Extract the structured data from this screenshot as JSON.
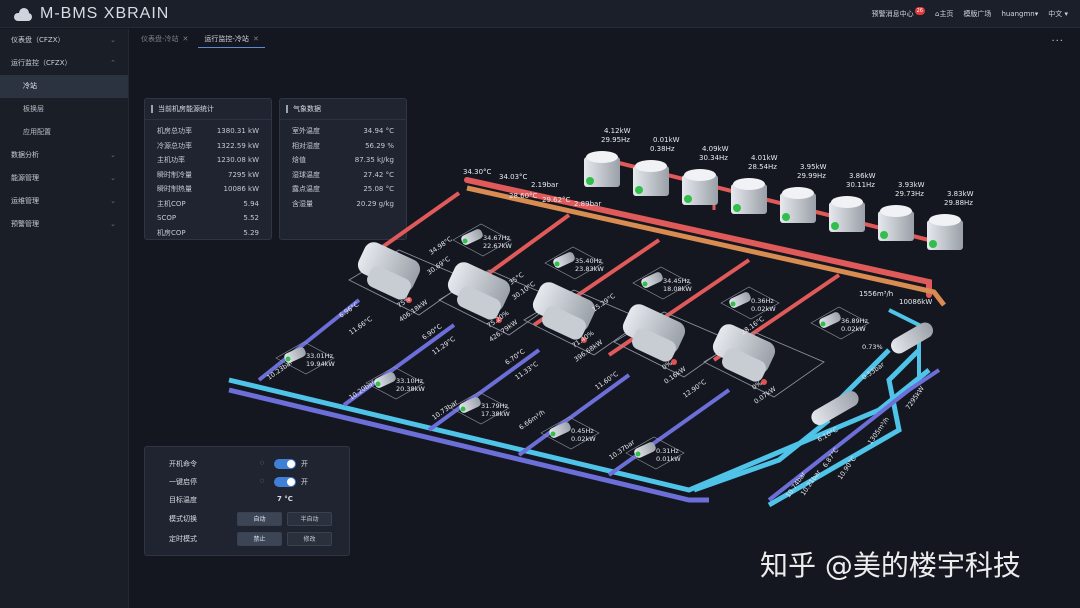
{
  "app": {
    "title": "M-BMS XBRAIN"
  },
  "topnav": {
    "alerts": "预警消息中心",
    "alert_count": "26",
    "home": "主页",
    "templates": "模版广场",
    "user": "huangmn▾",
    "lang": "中文 ▾"
  },
  "sidebar": {
    "items": [
      {
        "label": "仪表盘（CFZX）"
      },
      {
        "label": "运行监控（CFZX）"
      },
      {
        "label": "数据分析"
      },
      {
        "label": "能源管理"
      },
      {
        "label": "运维管理"
      },
      {
        "label": "预警管理"
      }
    ],
    "subitems": [
      {
        "label": "冷站"
      },
      {
        "label": "板换层"
      },
      {
        "label": "应用配置"
      }
    ]
  },
  "tabs": [
    {
      "label": "仪表盘-冷站"
    },
    {
      "label": "运行监控-冷站"
    }
  ],
  "energy_panel": {
    "title": "当前机房能源统计",
    "rows": [
      {
        "k": "机房总功率",
        "v": "1380.31 kW"
      },
      {
        "k": "冷源总功率",
        "v": "1322.59 kW"
      },
      {
        "k": "主机功率",
        "v": "1230.08 kW"
      },
      {
        "k": "瞬时制冷量",
        "v": "7295 kW"
      },
      {
        "k": "瞬时制热量",
        "v": "10086 kW"
      },
      {
        "k": "主机COP",
        "v": "5.94"
      },
      {
        "k": "SCOP",
        "v": "5.52"
      },
      {
        "k": "机房COP",
        "v": "5.29"
      }
    ]
  },
  "weather_panel": {
    "title": "气象数据",
    "rows": [
      {
        "k": "室外温度",
        "v": "34.94 °C"
      },
      {
        "k": "相对湿度",
        "v": "56.29 %"
      },
      {
        "k": "焓值",
        "v": "87.35 kJ/kg"
      },
      {
        "k": "湿球温度",
        "v": "27.42 °C"
      },
      {
        "k": "露点温度",
        "v": "25.08 °C"
      },
      {
        "k": "含湿量",
        "v": "20.29 g/kg"
      }
    ]
  },
  "control": {
    "start_cmd": "开机命令",
    "start_state": "开",
    "one_key": "一键启停",
    "one_key_state": "开",
    "target_temp": "目标温度",
    "target_value": "7 °C",
    "mode_switch": "模式切换",
    "mode_auto": "自动",
    "mode_semi": "半自动",
    "timer_mode": "定时模式",
    "timer_off": "禁止",
    "timer_edit": "修改"
  },
  "towers": [
    {
      "kw": "4.12kW",
      "hz": "29.95Hz"
    },
    {
      "kw": "0.01kW",
      "hz": "0.38Hz"
    },
    {
      "kw": "4.09kW",
      "hz": "30.34Hz"
    },
    {
      "kw": "4.01kW",
      "hz": "28.54Hz"
    },
    {
      "kw": "3.95kW",
      "hz": "29.99Hz"
    },
    {
      "kw": "3.86kW",
      "hz": "30.11Hz"
    },
    {
      "kw": "3.93kW",
      "hz": "29.73Hz"
    },
    {
      "kw": "3.83kW",
      "hz": "29.88Hz"
    }
  ],
  "header_pipe": {
    "t1": "34.30°C",
    "t2": "34.03°C",
    "p1": "2.19bar",
    "t3": "28.60°C",
    "t4": "29.62°C",
    "p2": "2.89bar",
    "flow1": "1556m³/h",
    "heat": "10086kW"
  },
  "chillers": [
    {
      "load": "75%",
      "kw": "406.18kW"
    },
    {
      "load": "75.20%",
      "kw": "426.79kW"
    },
    {
      "load": "71.40%",
      "kw": "396.68kW"
    },
    {
      "load": "0%",
      "kw": "0.16kW"
    },
    {
      "load": "0%",
      "kw": "0.07kW"
    }
  ],
  "cond_pumps": [
    {
      "hz": "34.67Hz",
      "kw": "22.67kW"
    },
    {
      "hz": "35.40Hz",
      "kw": "23.83kW"
    },
    {
      "hz": "34.45Hz",
      "kw": "18.08kW"
    },
    {
      "hz": "0.36Hz",
      "kw": "0.02kW"
    },
    {
      "hz": "36.89Hz",
      "kw": "0.02kW"
    }
  ],
  "chw_pumps": [
    {
      "hz": "33.01Hz",
      "kw": "19.94kW"
    },
    {
      "hz": "33.10Hz",
      "kw": "20.38kW"
    },
    {
      "hz": "31.79Hz",
      "kw": "17.38kW"
    },
    {
      "hz": "0.45Hz",
      "kw": "0.02kW"
    },
    {
      "hz": "0.31Hz",
      "kw": "0.01kW"
    }
  ],
  "pipe_labels": {
    "c1": "34.98°C",
    "c2": "30.69°C",
    "c3": "35°C",
    "c4": "30.10°C",
    "e1": "6.96°C",
    "e2": "11.66°C",
    "e3": "6.90°C",
    "e4": "11.29°C",
    "e5": "6.70°C",
    "e6": "11.33°C",
    "e7": "11.60°C",
    "e8": "12.90°C",
    "e9": "15.29°C",
    "e10": "28.16°C",
    "f1": "6.66m³/h",
    "s1": "10.23bar",
    "s2": "10.20bar",
    "s3": "10.73bar",
    "s4": "10.37bar",
    "tank": "0.73%",
    "tank_p": "0.53bar",
    "hdr_t": "6.10°C",
    "ret_t": "6.87°C",
    "ret_p": "10.21bar",
    "ret_t2": "10.90°C",
    "ret_p2": "10.74bar",
    "flow2": "1305m³/h",
    "cool": "7295kW"
  },
  "watermark": "知乎 @美的楼宇科技"
}
